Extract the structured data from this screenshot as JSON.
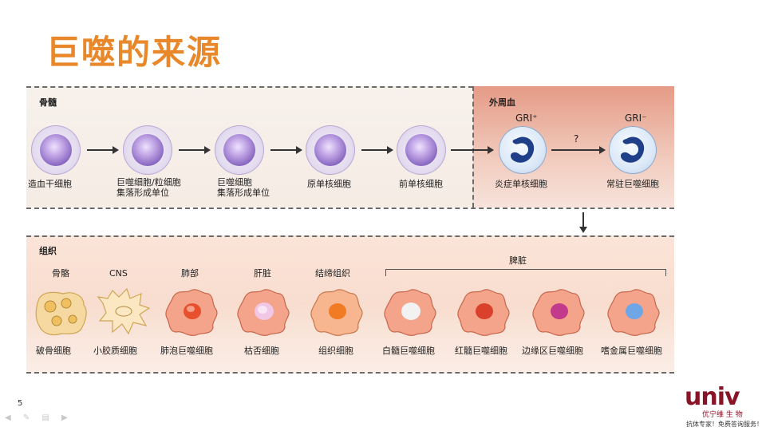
{
  "slide": {
    "title": "巨噬的来源",
    "number": "5"
  },
  "sections": {
    "bone_marrow": "骨髓",
    "peripheral_blood": "外周血",
    "tissue": "组织",
    "spleen": "脾脏"
  },
  "bone_marrow_cells": [
    {
      "label": "造血干细胞"
    },
    {
      "label": "巨噬细胞/粒细胞\n集落形成单位"
    },
    {
      "label": "巨噬细胞\n集落形成单位"
    },
    {
      "label": "原单核细胞"
    },
    {
      "label": "前单核细胞"
    }
  ],
  "blood_cells": [
    {
      "marker": "GRI⁺",
      "label": "炎症单核细胞"
    },
    {
      "marker": "GRI⁻",
      "label": "常驻巨噬细胞"
    }
  ],
  "blood_arrow_label": "?",
  "tissues": [
    {
      "organ": "骨骼",
      "label": "破骨细胞"
    },
    {
      "organ": "CNS",
      "label": "小胶质细胞"
    },
    {
      "organ": "肺部",
      "label": "肺泡巨噬细胞"
    },
    {
      "organ": "肝脏",
      "label": "枯否细胞"
    },
    {
      "organ": "结缔组织",
      "label": "组织细胞"
    },
    {
      "organ": "",
      "label": "白髓巨噬细胞"
    },
    {
      "organ": "",
      "label": "红髓巨噬细胞"
    },
    {
      "organ": "",
      "label": "边缘区巨噬细胞"
    },
    {
      "organ": "",
      "label": "嗜金属巨噬细胞"
    }
  ],
  "logo": {
    "main": "univ",
    "sub": "优宁维 生 物",
    "tagline": "抗体专家！免费答询服务！"
  },
  "colors": {
    "title": "#e8882a",
    "blood_panel": "#e59b86",
    "logo": "#8a1427"
  }
}
